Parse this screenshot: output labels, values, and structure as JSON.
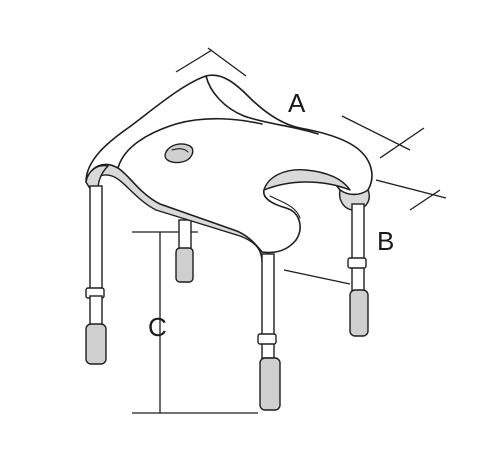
{
  "dimensions": {
    "a": "A",
    "b": "B",
    "c": "C"
  },
  "colors": {
    "line": "#1e1e1e",
    "shade": "#d9d9d9",
    "grip": "#cfcfcf",
    "background": "#ffffff"
  }
}
